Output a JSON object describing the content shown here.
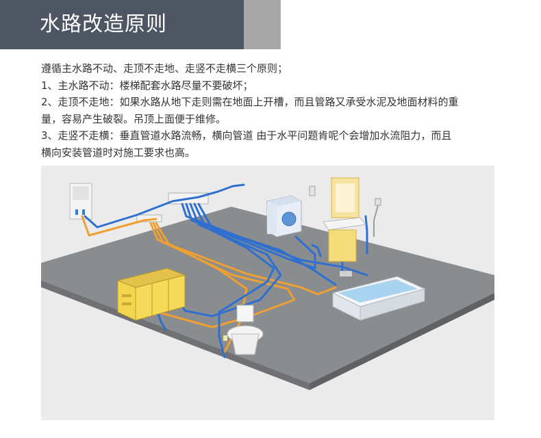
{
  "header": {
    "title": "水路改造原则"
  },
  "content": {
    "intro": "遵循主水路不动、走顶不走地、走竖不走横三个原则；",
    "rule1": "1、主水路不动：楼梯配套水路尽量不要破坏；",
    "rule2_line1": "2、走顶不走地：如果水路从地下走则需在地面上开槽，而且管路又承受水泥及地面材料的重",
    "rule2_line2": "量，容易产生破裂。吊顶上面便于维修。",
    "rule3_line1": "3、走竖不走横：垂直管道水路流畅，横向管道 由于水平问题肯呢个会增加水流阻力，而且",
    "rule3_line2": "横向安装管道时对施工要求也高。"
  },
  "illustration": {
    "colors": {
      "floor": "#8c8f92",
      "hot_pipe": "#f0a030",
      "cold_pipe": "#2e6fd0",
      "cabinet": "#f0d23a",
      "background": "#ebebeb"
    }
  }
}
